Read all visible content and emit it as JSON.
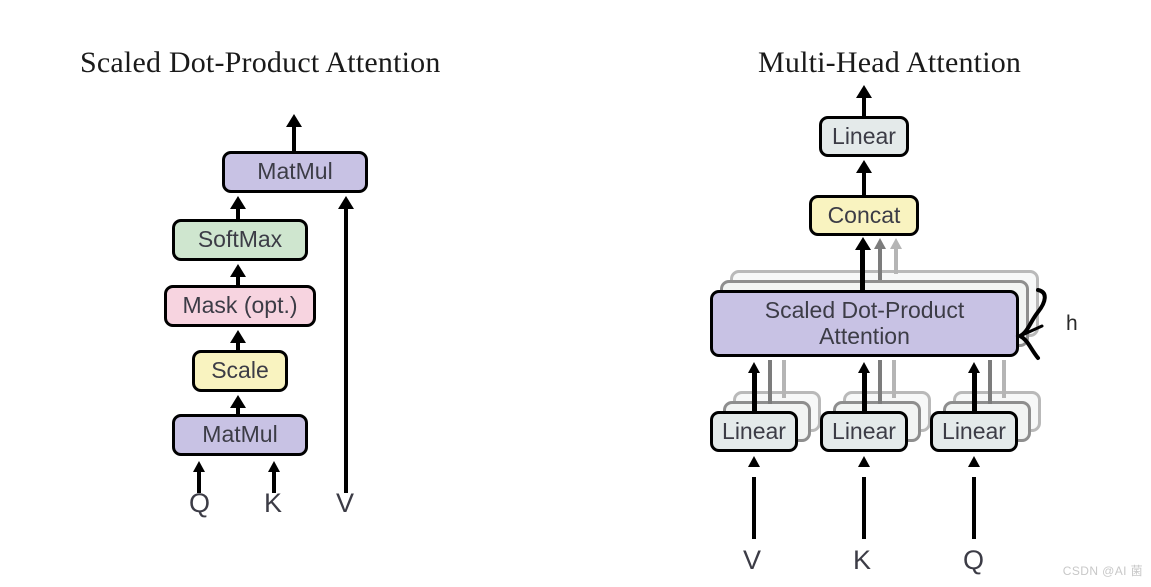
{
  "figure": {
    "left_title": "Scaled Dot-Product Attention",
    "right_title": "Multi-Head Attention",
    "watermark": "CSDN @AI 菌"
  },
  "colors": {
    "purple": "#c8c2e4",
    "green": "#cfe6cf",
    "pink": "#f7d4e0",
    "yellow": "#f9f3c0",
    "gray_box": "#e4eaea",
    "outline": "#000000",
    "text": "#3c3c46",
    "ghost_dark": "#8e8e8e",
    "ghost_light": "#b9b9b9"
  },
  "left_panel": {
    "blocks": [
      {
        "label": "MatMul",
        "color": "#c8c2e4"
      },
      {
        "label": "SoftMax",
        "color": "#cfe6cf"
      },
      {
        "label": "Mask (opt.)",
        "color": "#f7d4e0"
      },
      {
        "label": "Scale",
        "color": "#f9f3c0"
      },
      {
        "label": "MatMul",
        "color": "#c8c2e4"
      }
    ],
    "inputs": [
      "Q",
      "K",
      "V"
    ]
  },
  "right_panel": {
    "blocks": [
      {
        "label": "Linear",
        "color": "#e4eaea"
      },
      {
        "label": "Concat",
        "color": "#f9f3c0"
      },
      {
        "label_line1": "Scaled Dot-Product",
        "label_line2": "Attention",
        "color": "#c8c2e4"
      },
      {
        "label": "Linear",
        "color": "#e4eaea"
      },
      {
        "label": "Linear",
        "color": "#e4eaea"
      },
      {
        "label": "Linear",
        "color": "#e4eaea"
      }
    ],
    "heads_label": "h",
    "inputs": [
      "V",
      "K",
      "Q"
    ]
  }
}
